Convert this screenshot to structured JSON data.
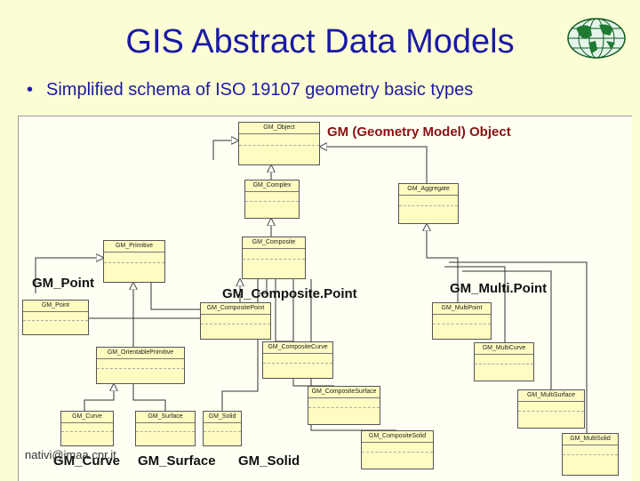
{
  "slide": {
    "title": "GIS Abstract Data Models",
    "bullet": "Simplified schema of ISO 19107 geometry basic types",
    "author": "nativi@imaa.cnr.it"
  },
  "diagram": {
    "classes": {
      "object": "GM_Object",
      "complex": "GM_Complex",
      "aggregate": "GM_Aggregate",
      "primitive": "GM_Primitive",
      "composite": "GM_Composite",
      "point": "GM_Point",
      "composite_point": "GM_CompositePoint",
      "multi_point": "GM_MultiPoint",
      "orientable_primitive": "GM_OrientablePrimitive",
      "composite_curve": "GM_CompositeCurve",
      "multi_curve": "GM_MultiCurve",
      "composite_surface": "GM_CompositeSurface",
      "multi_surface": "GM_MultiSurface",
      "curve": "GM_Curve",
      "surface": "GM_Surface",
      "solid": "GM_Solid",
      "composite_solid": "GM_CompositeSolid",
      "multi_solid": "GM_MultiSolid"
    },
    "captions": {
      "object": "GM (Geometry Model) Object",
      "point": "GM_Point",
      "composite_point": "GM_Composite.Point",
      "multi_point": "GM_Multi.Point",
      "curve": "GM_Curve",
      "surface": "GM_Surface",
      "solid": "GM_Solid"
    }
  },
  "colors": {
    "title": "#1a1aa6",
    "background": "#fdfdd5",
    "class_fill": "#fffcc2",
    "caption_red": "#8a1010"
  },
  "logo": {
    "icon": "globe-grid-icon"
  }
}
